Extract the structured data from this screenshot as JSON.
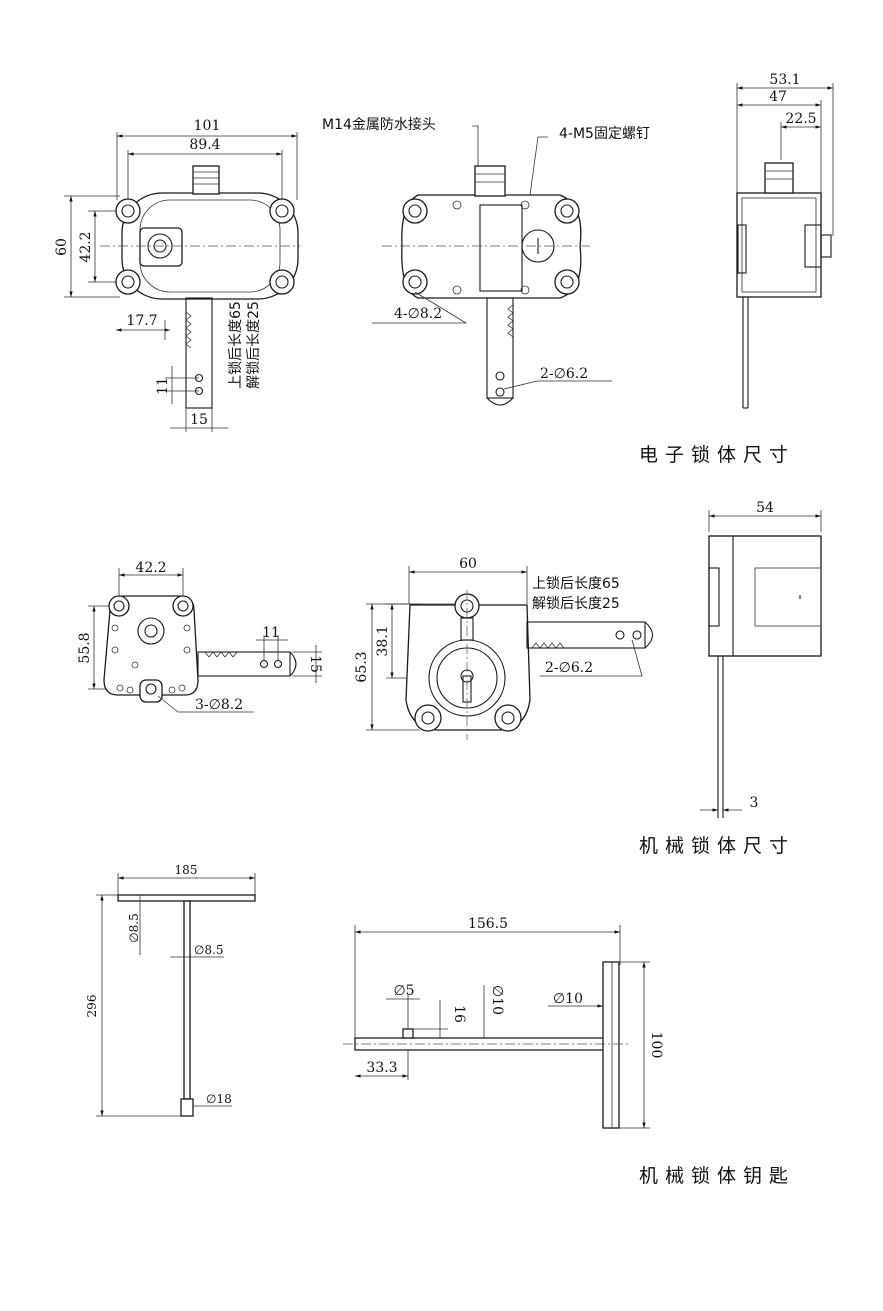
{
  "captions": {
    "electronic": "电子锁体尺寸",
    "mechanical": "机械锁体尺寸",
    "key": "机械锁体钥匙"
  },
  "electronic": {
    "front": {
      "width_overall": "101",
      "hole_spacing_h": "89.4",
      "height_overall": "60",
      "hole_spacing_v": "42.2",
      "rack_offset": "17.7",
      "rack_hole_pitch": "11",
      "rack_width": "15",
      "lock_length": "上锁后长度65",
      "unlock_length": "解锁后长度25"
    },
    "back": {
      "connector_note": "M14金属防水接头",
      "screw_note": "4-M5固定螺钉",
      "mount_holes": "4-∅8.2",
      "rack_holes": "2-∅6.2"
    },
    "side": {
      "depth_overall": "53.1",
      "depth_body": "47",
      "depth_partial": "22.5"
    }
  },
  "mechanical": {
    "front": {
      "hole_spacing_h": "42.2",
      "height": "55.8",
      "rack_hole_pitch": "11",
      "rack_width": "15",
      "mount_holes": "3-∅8.2"
    },
    "back": {
      "width": "60",
      "height_overall": "65.3",
      "height_partial": "38.1",
      "lock_length": "上锁后长度65",
      "unlock_length": "解锁后长度25",
      "rack_holes": "2-∅6.2"
    },
    "side": {
      "depth": "54",
      "rack_thickness": "3"
    }
  },
  "key": {
    "front": {
      "handle_length": "185",
      "total_height": "296",
      "handle_dia": "∅8.5",
      "shaft_dia": "∅8.5",
      "tip_dia": "∅18"
    },
    "side": {
      "total_length": "156.5",
      "tip_dia": "∅5",
      "tip_len": "16",
      "shaft_dia": "∅10",
      "handle_dia": "∅10",
      "tip_offset": "33.3",
      "handle_length": "100"
    }
  }
}
